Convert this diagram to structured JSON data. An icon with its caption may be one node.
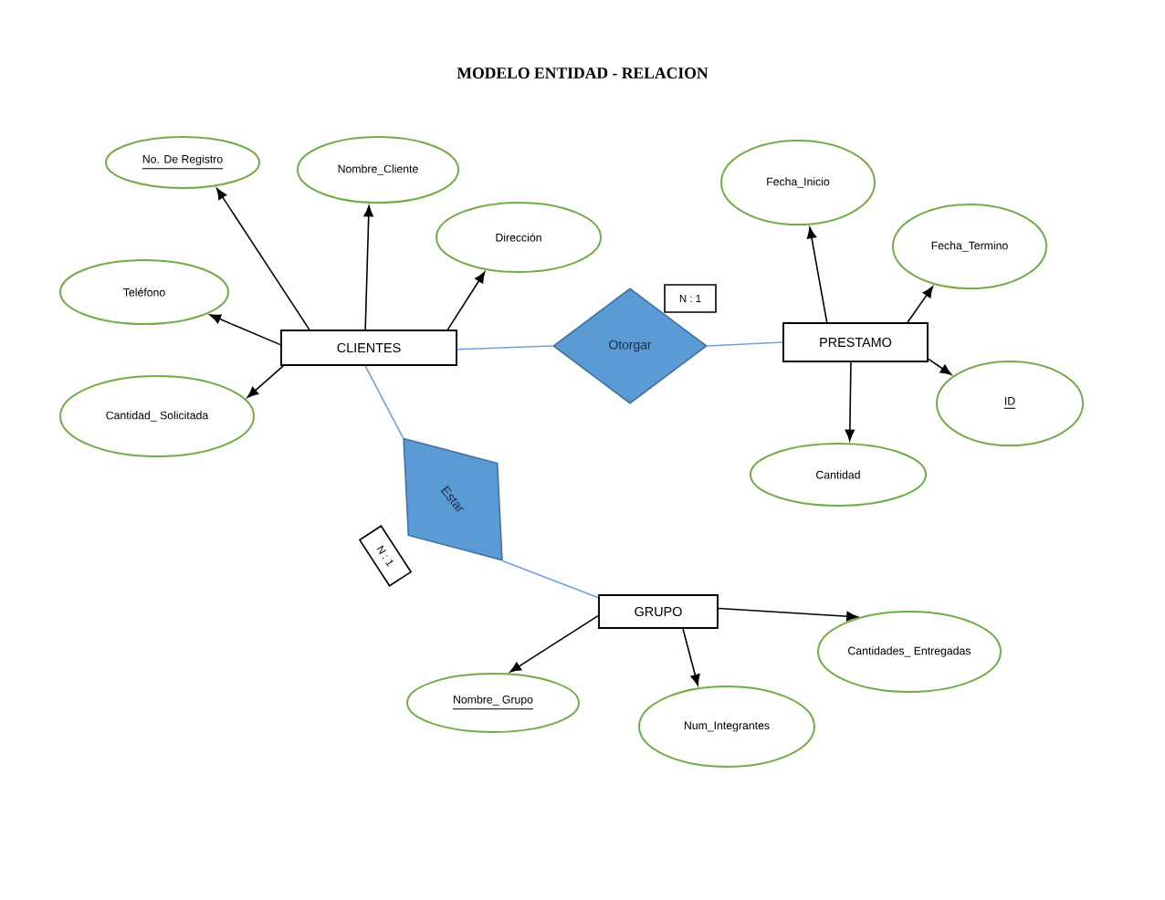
{
  "diagram": {
    "title": "MODELO ENTIDAD - RELACION",
    "nodes": [
      {
        "text": [
          "CLIENTES"
        ]
      },
      {
        "text": [
          "No. De Registro"
        ]
      },
      {
        "text": [
          "Nombre_Cliente"
        ]
      },
      {
        "text": [
          "Dirección"
        ]
      },
      {
        "text": [
          "Teléfono"
        ]
      },
      {
        "text": [
          "Cantidad_ Solicitada"
        ]
      },
      {
        "text": [
          "Otorgar"
        ]
      },
      {
        "text": [
          "N : 1"
        ]
      },
      {
        "text": [
          "PRESTAMO"
        ]
      },
      {
        "text": [
          "Fecha_Inicio"
        ]
      },
      {
        "text": [
          "Fecha_Termino"
        ]
      },
      {
        "text": [
          "ID"
        ]
      },
      {
        "text": [
          "Cantidad"
        ]
      },
      {
        "text": [
          "Estar"
        ]
      },
      {
        "text": [
          "N : 1"
        ]
      },
      {
        "text": [
          "GRUPO"
        ]
      },
      {
        "text": [
          "Nombre_ Grupo"
        ]
      },
      {
        "text": [
          "Num_Integrantes"
        ]
      },
      {
        "text": [
          "Cantidades_ Entregadas"
        ]
      }
    ],
    "edges": [
      {
        "from": 0,
        "to": 1,
        "arrow": "to"
      },
      {
        "from": 0,
        "to": 2,
        "arrow": "to"
      },
      {
        "from": 0,
        "to": 3,
        "arrow": "to"
      },
      {
        "from": 0,
        "to": 4,
        "arrow": "to"
      },
      {
        "from": 0,
        "to": 5,
        "arrow": "to"
      },
      {
        "from": 0,
        "to": 6,
        "arrow": "none",
        "color": "#6fa3d8"
      },
      {
        "from": 6,
        "to": 8,
        "arrow": "none",
        "color": "#6fa3d8"
      },
      {
        "from": 8,
        "to": 9,
        "arrow": "to"
      },
      {
        "from": 8,
        "to": 10,
        "arrow": "to"
      },
      {
        "from": 8,
        "to": 11,
        "arrow": "to"
      },
      {
        "from": 8,
        "to": 12,
        "arrow": "to"
      },
      {
        "from": 0,
        "to": 13,
        "arrow": "none",
        "color": "#6fa3d8"
      },
      {
        "from": 13,
        "to": 15,
        "arrow": "none",
        "color": "#6fa3d8"
      },
      {
        "from": 15,
        "to": 16,
        "arrow": "to"
      },
      {
        "from": 15,
        "to": 17,
        "arrow": "to"
      },
      {
        "from": 15,
        "to": 18,
        "arrow": "to"
      }
    ]
  }
}
